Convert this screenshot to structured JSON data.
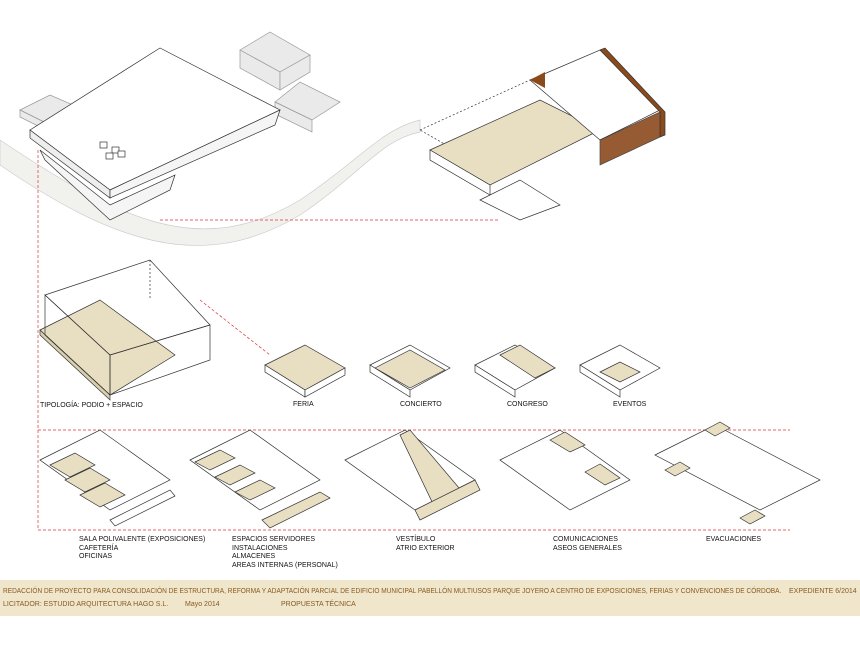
{
  "labels": {
    "tipologia": "TIPOLOGÍA: PODIO + ESPACIO",
    "feria": "FERIA",
    "concierto": "CONCIERTO",
    "congreso": "CONGRESO",
    "eventos": "EVENTOS",
    "sala": [
      "SALA POLIVALENTE (EXPOSICIONES)",
      "CAFETERÍA",
      "OFICINAS"
    ],
    "espacios": [
      "ESPACIOS SERVIDORES",
      "INSTALACIONES",
      "ALMACENES",
      "AREAS INTERNAS (PERSONAL)"
    ],
    "vestibulo": [
      "VESTÍBULO",
      "ATRIO EXTERIOR"
    ],
    "comunicaciones": [
      "COMUNICACIONES",
      "ASEOS GENERALES"
    ],
    "evacuaciones": "EVACUACIONES"
  },
  "footer": {
    "title": "REDACCIÓN DE PROYECTO PARA CONSOLIDACIÓN DE ESTRUCTURA, REFORMA Y ADAPTACIÓN PARCIAL DE EDIFICIO MUNICIPAL PABELLÓN MULTIUSOS PARQUE JOYERO A CENTRO DE EXPOSICIONES, FERIAS Y CONVENCIONES DE CÓRDOBA.",
    "expediente": "EXPEDIENTE 6/2014",
    "licitador": "LICITADOR: ESTUDIO ARQUITECTURA HAGO S.L.",
    "fecha": "Mayo 2014",
    "propuesta": "PROPUESTA TÉCNICA"
  },
  "colors": {
    "tan": "#e8dec2",
    "brown": "#8b4a1c",
    "red_dash": "#d9333a",
    "footer_bg": "#efe6cc",
    "footer_text": "#8a5a1e"
  }
}
